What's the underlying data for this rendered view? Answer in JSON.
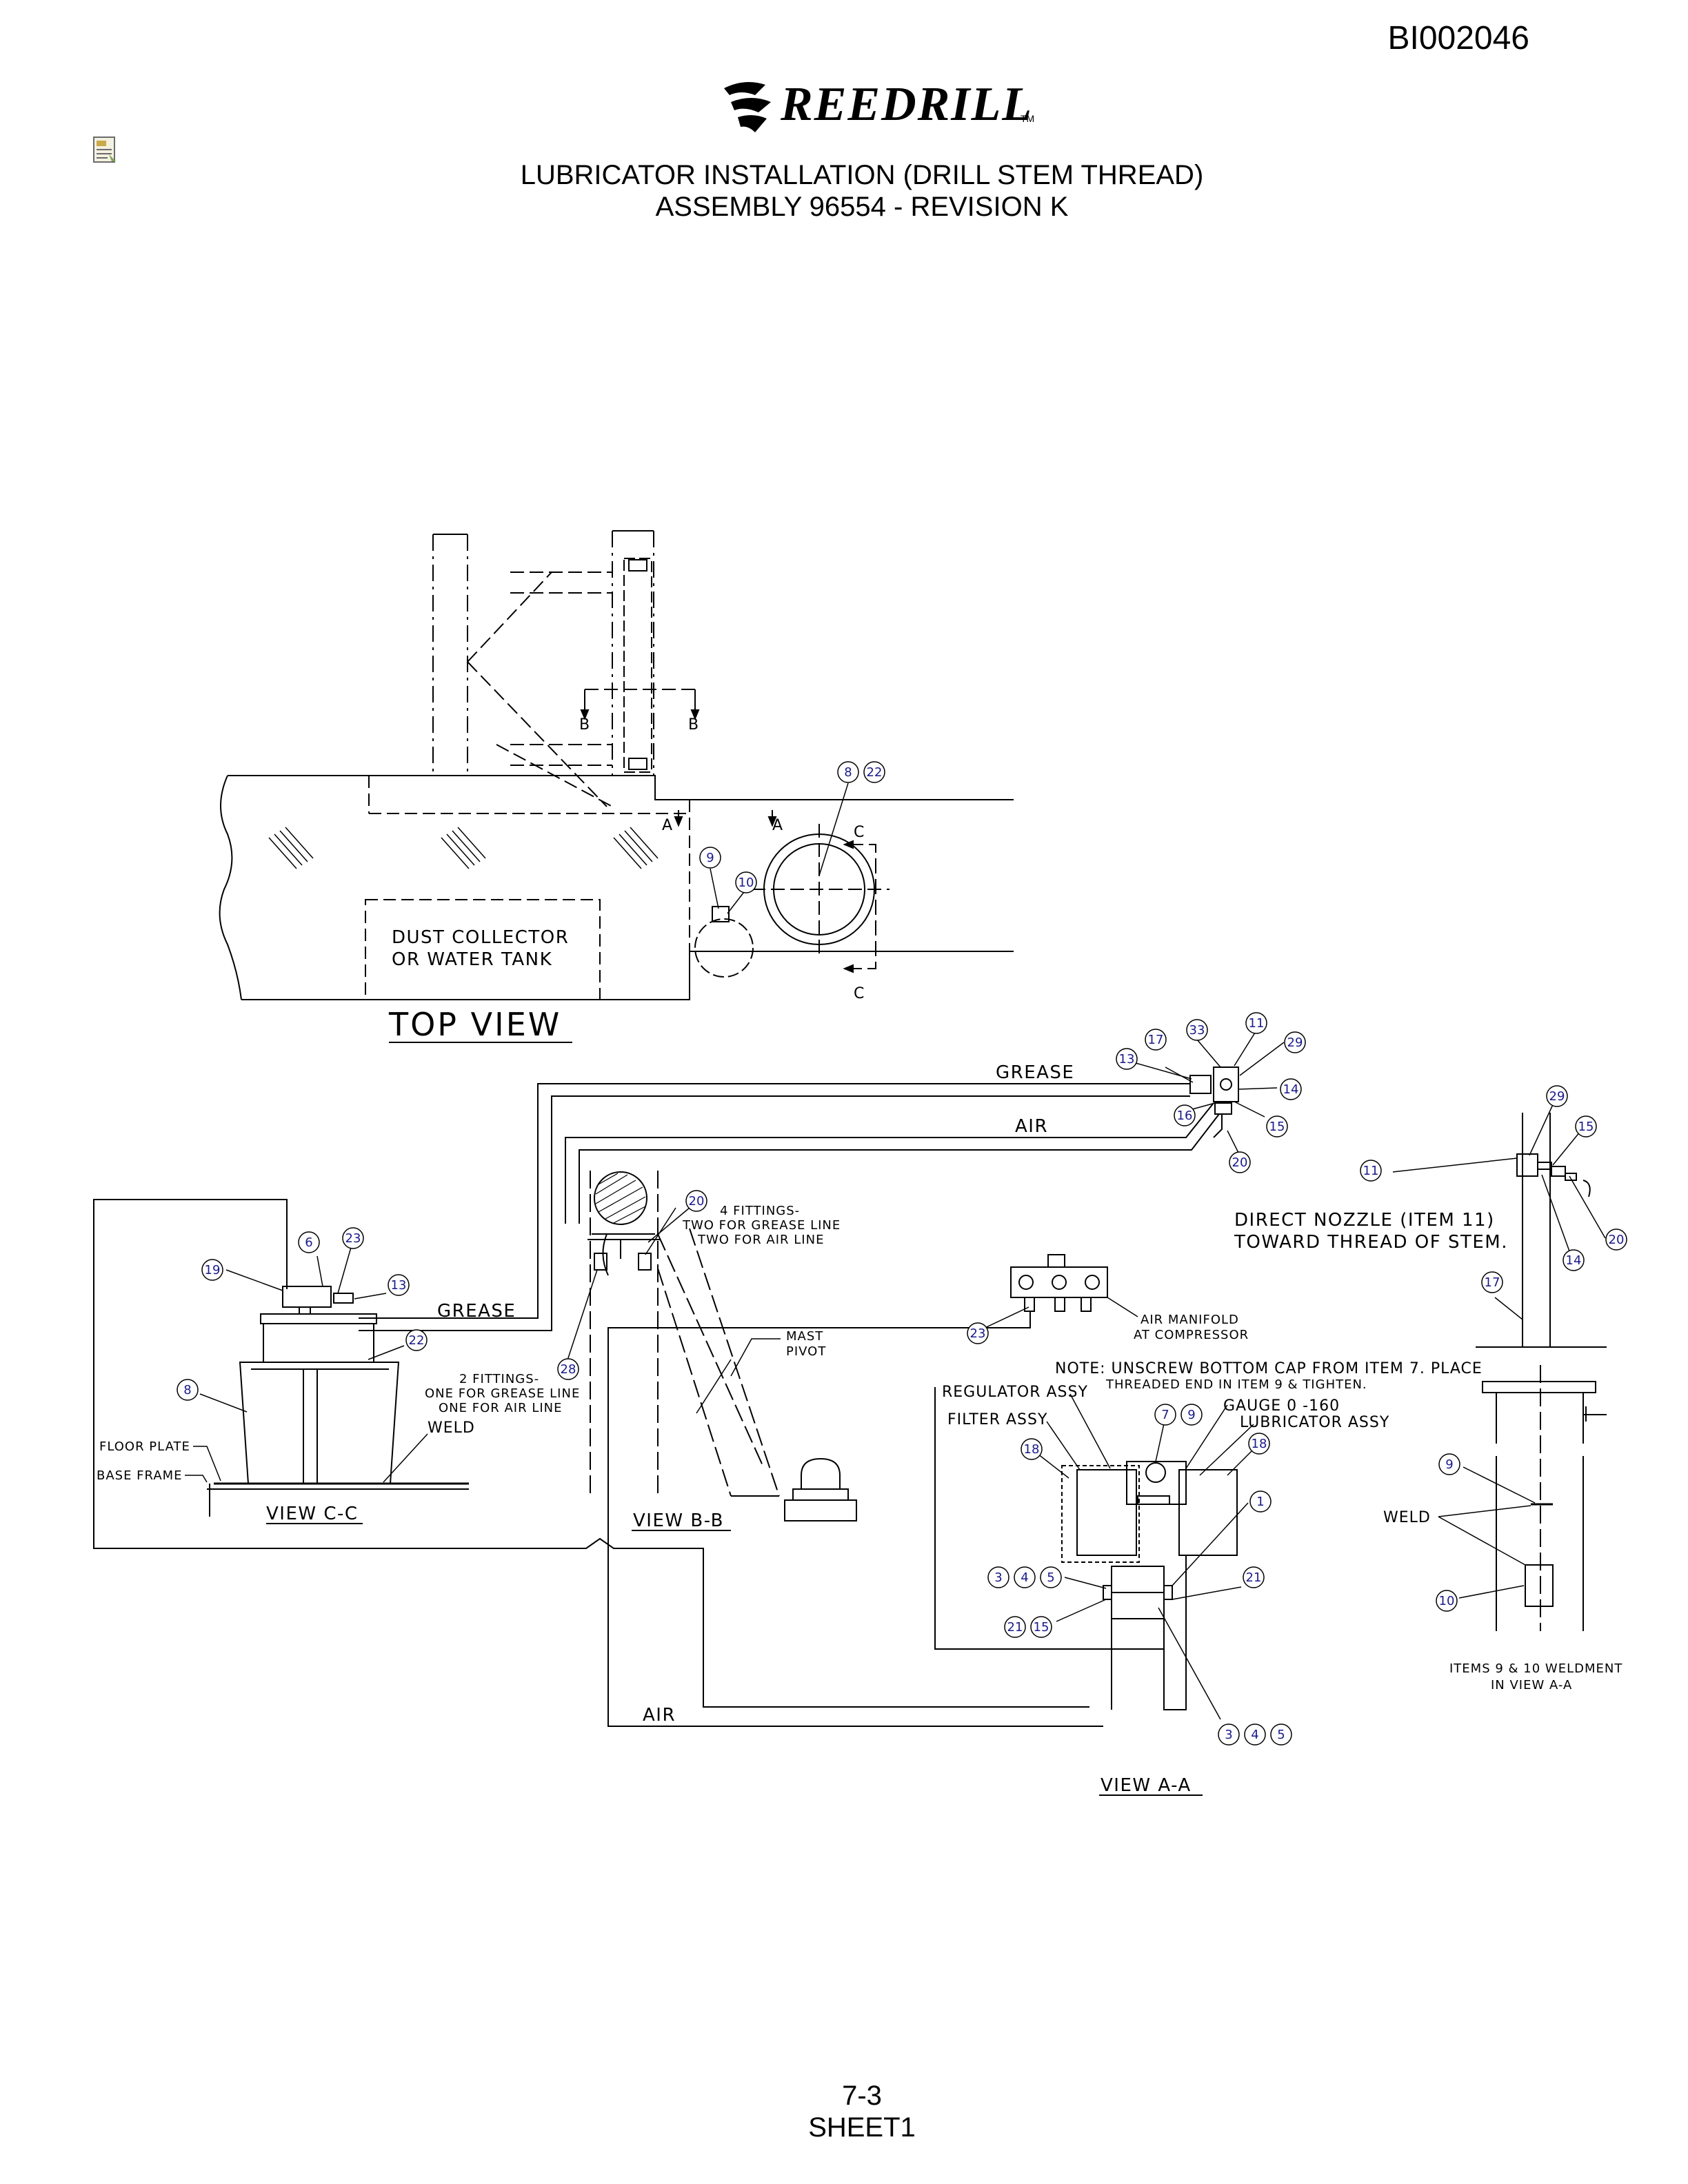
{
  "header": {
    "doc_id": "BI002046",
    "logo_text": "REEDRILL",
    "logo_tm": "TM",
    "title_line1": "LUBRICATOR INSTALLATION (DRILL STEM THREAD)",
    "title_line2": "ASSEMBLY 96554 - REVISION K"
  },
  "footer": {
    "page": "7-3",
    "sheet": "SHEET1"
  },
  "colors": {
    "line": "#000000",
    "bubble_text": "#1a1a8c",
    "background": "#ffffff"
  },
  "icons": [
    "document-note-icon",
    "reedrill-logo-icon"
  ],
  "diagram": {
    "views": {
      "top": "TOP VIEW",
      "c_c": "VIEW C-C",
      "b_b": "VIEW B-B",
      "a_a": "VIEW A-A"
    },
    "section_marks": {
      "b1": "B",
      "b2": "B",
      "a1": "A",
      "a2": "A",
      "c1": "C",
      "c2": "C"
    },
    "labels": {
      "dust_line1": "DUST COLLECTOR",
      "dust_line2": "OR WATER TANK",
      "grease_top": "GREASE",
      "air_top": "AIR",
      "grease_left": "GREASE",
      "air_bottom": "AIR",
      "floor_plate": "FLOOR PLATE",
      "base_frame": "BASE FRAME",
      "weld_cc": "WELD",
      "fittings2_l1": "2 FITTINGS-",
      "fittings2_l2": "ONE FOR GREASE LINE",
      "fittings2_l3": "ONE FOR AIR LINE",
      "fittings4_l1": "4 FITTINGS-",
      "fittings4_l2": "TWO FOR GREASE LINE",
      "fittings4_l3": "TWO FOR AIR LINE",
      "mast_pivot_l1": "MAST",
      "mast_pivot_l2": "PIVOT",
      "air_manifold_l1": "AIR MANIFOLD",
      "air_manifold_l2": "AT COMPRESSOR",
      "note_l1": "NOTE: UNSCREW BOTTOM CAP FROM ITEM 7. PLACE",
      "note_l2": "THREADED END IN ITEM 9 & TIGHTEN.",
      "regulator": "REGULATOR ASSY",
      "filter": "FILTER ASSY",
      "gauge": "GAUGE 0 -160",
      "lubricator": "LUBRICATOR ASSY",
      "direct_l1": "DIRECT NOZZLE (ITEM 11)",
      "direct_l2": "TOWARD THREAD OF STEM.",
      "weld_aa": "WELD",
      "items_l1": "ITEMS 9 & 10 WELDMENT",
      "items_l2": "IN VIEW A-A"
    },
    "bubbles": {
      "tv_8": "8",
      "tv_22": "22",
      "tv_9": "9",
      "tv_10": "10",
      "up_17": "17",
      "up_33": "33",
      "up_11": "11",
      "up_29": "29",
      "up_13": "13",
      "up_14": "14",
      "up_16": "16",
      "up_15": "15",
      "up_20": "20",
      "cc_19": "19",
      "cc_6": "6",
      "cc_23": "23",
      "cc_13": "13",
      "cc_22": "22",
      "cc_8": "8",
      "bb_20": "20",
      "bb_28": "28",
      "mf_23": "23",
      "lb_7": "7",
      "lb_9": "9",
      "lb_18a": "18",
      "lb_18b": "18",
      "lb_1": "1",
      "lb_3a": "3",
      "lb_4a": "4",
      "lb_5a": "5",
      "lb_21a": "21",
      "lb_15": "15",
      "lb_21b": "21",
      "lb_3b": "3",
      "lb_4b": "4",
      "lb_5b": "5",
      "aa_29": "29",
      "aa_15": "15",
      "aa_11": "11",
      "aa_20": "20",
      "aa_14": "14",
      "aa_17": "17",
      "aa_9": "9",
      "aa_10": "10"
    }
  }
}
